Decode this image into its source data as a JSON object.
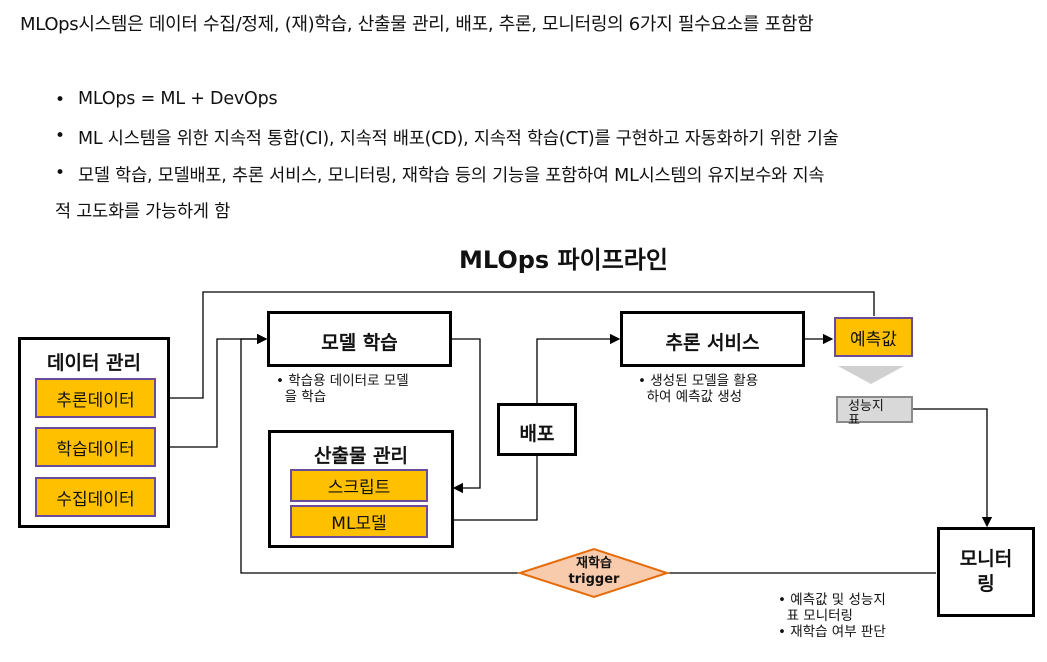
{
  "headline": "MLOps시스템은 데이터 수집/정제, (재)학습, 산출물 관리, 배포, 추론, 모니터링의 6가지 필수요소를 포함함",
  "bullets": [
    "MLOps = ML + DevOps",
    "ML 시스템을 위한 지속적 통합(CI), 지속적 배포(CD), 지속적 학습(CT)를 구현하고 자동화하기 위한 기술",
    "모델 학습, 모델배포, 추론 서비스, 모니터링, 재학습 등의 기능을 포함하여 ML시스템의 유지보수와 지속",
    "적 고도화를 가능하게 함"
  ],
  "bullet_marker": "•",
  "diagram": {
    "title": "MLOps 파이프라인",
    "data_mgmt": {
      "label": "데이터 관리",
      "items": [
        "추론데이터",
        "학습데이터",
        "수집데이터"
      ]
    },
    "model_training": {
      "label": "모델 학습",
      "note": [
        "• 학습용 데이터로 모델",
        "  을 학습"
      ]
    },
    "artifact_mgmt": {
      "label": "산출물 관리",
      "items": [
        "스크립트",
        "ML모델"
      ]
    },
    "deploy": {
      "label": "배포"
    },
    "inference": {
      "label": "추론 서비스",
      "note": [
        "• 생성된 모델을 활용",
        "  하여 예측값 생성"
      ]
    },
    "prediction": {
      "label": "예측값"
    },
    "metric": {
      "label": [
        "성능지",
        "표"
      ]
    },
    "monitoring": {
      "label": [
        "모니터",
        "링"
      ],
      "note": [
        "• 예측값 및 성능지",
        "  표 모니터링",
        "• 재학습 여부 판단"
      ]
    },
    "retrain": {
      "label": [
        "재학습",
        "trigger"
      ]
    },
    "colors": {
      "item_fill": "#ffc000",
      "item_border": "#6b4b9a",
      "diamond_fill": "#f8cbad",
      "diamond_border": "#e46c0a",
      "metric_fill": "#d9d9d9"
    }
  }
}
